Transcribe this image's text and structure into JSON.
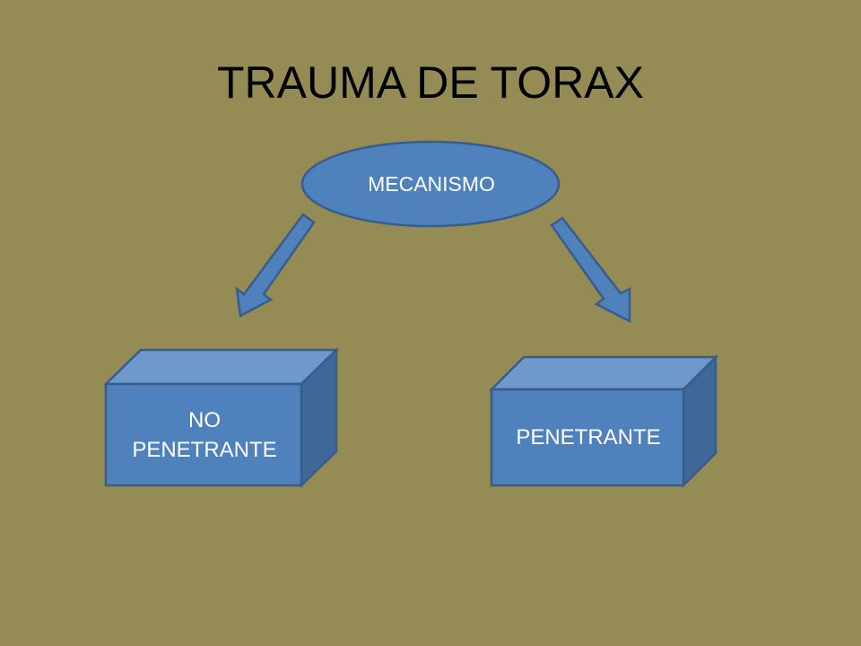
{
  "slide": {
    "title": "TRAUMA DE TORAX",
    "background_color": "#958c55"
  },
  "diagram": {
    "root": {
      "label": "MECANISMO",
      "shape": "ellipse"
    },
    "branches": [
      {
        "label": "NO PENETRANTE",
        "shape": "cube"
      },
      {
        "label": "PENETRANTE",
        "shape": "cube"
      }
    ],
    "colors": {
      "fill": "#4f81bd",
      "fill_top": "#6f98cc",
      "fill_side": "#3f6898",
      "stroke": "#385d8a",
      "text": "#ffffff"
    }
  }
}
